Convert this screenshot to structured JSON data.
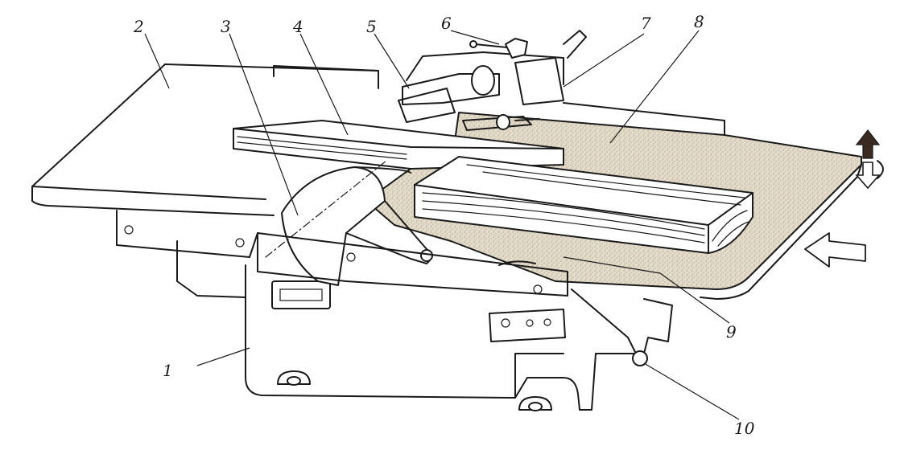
{
  "labels": [
    {
      "id": "1",
      "text": "1"
    },
    {
      "id": "2",
      "text": "2"
    },
    {
      "id": "3",
      "text": "3"
    },
    {
      "id": "4",
      "text": "4"
    },
    {
      "id": "5",
      "text": "5"
    },
    {
      "id": "6",
      "text": "6"
    },
    {
      "id": "7",
      "text": "7"
    },
    {
      "id": "8",
      "text": "8"
    },
    {
      "id": "9",
      "text": "9"
    },
    {
      "id": "10",
      "text": "10"
    }
  ],
  "colors": {
    "line": "#1a1a1a",
    "speckle_fill": "#e4dccb",
    "speckle_dot": "#b7aa92",
    "background": "#ffffff",
    "arrow_solid": "#3a2a22"
  },
  "icons": {
    "up_arrow": "filled-up-arrow-icon",
    "down_arrow": "outline-down-arrow-icon",
    "feed_arrow": "outline-left-arrow-icon"
  }
}
